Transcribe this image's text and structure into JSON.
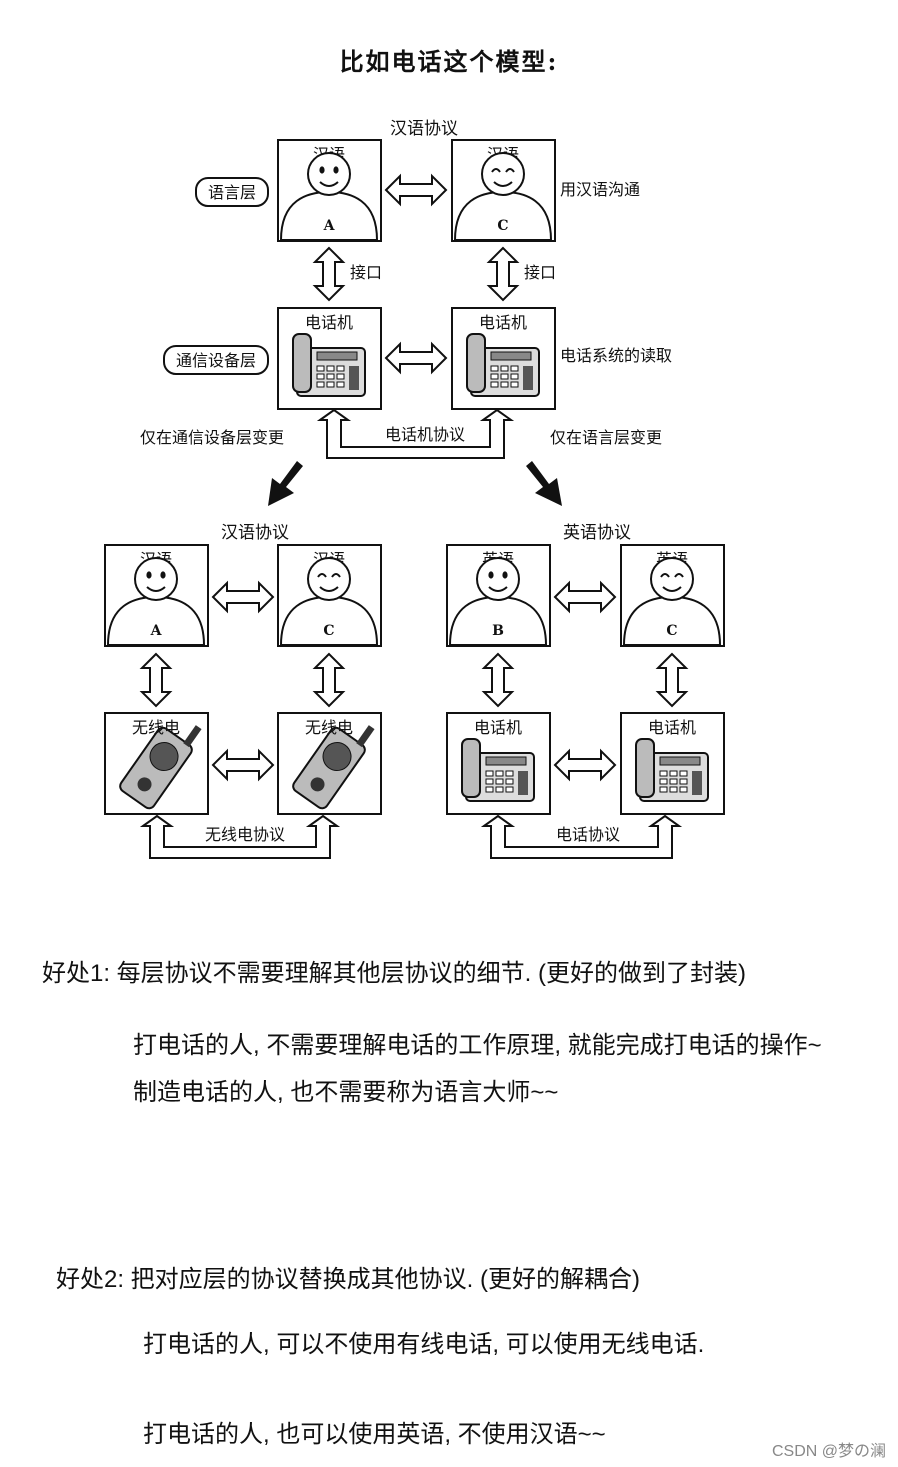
{
  "heading": "比如电话这个模型:",
  "top": {
    "language_protocol": "汉语协议",
    "language_layer": "语言层",
    "comm_layer": "通信设备层",
    "left_person": {
      "lang": "汉语",
      "letter": "A"
    },
    "right_person": {
      "lang": "汉语",
      "letter": "C"
    },
    "right_note": "用汉语沟通",
    "interface_left": "接口",
    "interface_right": "接口",
    "left_device": "电话机",
    "right_device": "电话机",
    "device_note": "电话系统的读取",
    "phone_protocol": "电话机协议",
    "change_left": "仅在通信设备层变更",
    "change_right": "仅在语言层变更"
  },
  "bottom_left": {
    "protocol": "汉语协议",
    "p1": {
      "lang": "汉语",
      "letter": "A"
    },
    "p2": {
      "lang": "汉语",
      "letter": "C"
    },
    "d1": "无线电",
    "d2": "无线电",
    "device_protocol": "无线电协议"
  },
  "bottom_right": {
    "protocol": "英语协议",
    "p1": {
      "lang": "英语",
      "letter": "B"
    },
    "p2": {
      "lang": "英语",
      "letter": "C"
    },
    "d1": "电话机",
    "d2": "电话机",
    "device_protocol": "电话协议"
  },
  "benefit1": {
    "title": "好处1: 每层协议不需要理解其他层协议的细节. (更好的做到了封装)",
    "line1": "打电话的人, 不需要理解电话的工作原理, 就能完成打电话的操作~",
    "line2": "制造电话的人, 也不需要称为语言大师~~"
  },
  "benefit2": {
    "title": "好处2: 把对应层的协议替换成其他协议. (更好的解耦合)",
    "line1": "打电话的人, 可以不使用有线电话, 可以使用无线电话.",
    "line2": "打电话的人, 也可以使用英语, 不使用汉语~~"
  },
  "watermark": "CSDN @梦の澜"
}
